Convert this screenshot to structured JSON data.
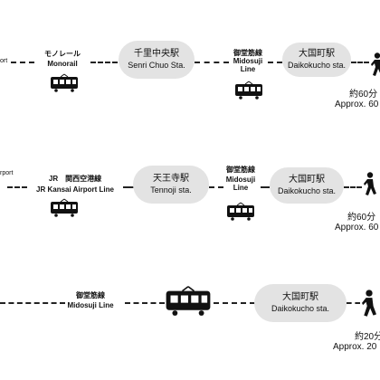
{
  "icons": [
    "train-icon",
    "walking-person-icon"
  ],
  "colors": {
    "station_fill": "#e3e3e3",
    "line": "#222222",
    "icon": "#111111"
  },
  "routes": [
    {
      "left_fragment": "ort",
      "line_jp": "モノレール",
      "line_en": "Monorail",
      "station": {
        "jp": "千里中央駅",
        "en": "Senri Chuo Sta."
      },
      "subway_jp": "御堂筋線",
      "subway_en": "Midosuji Line",
      "destination": {
        "jp": "大国町駅",
        "en": "Daikokucho sta."
      },
      "walk_jp": "約60分",
      "walk_en": "Approx. 60"
    },
    {
      "left_fragment": "rport",
      "line_jp": "JR　関西空港線",
      "line_en": "JR Kansai Airport Line",
      "station": {
        "jp": "天王寺駅",
        "en": "Tennoji sta."
      },
      "subway_jp": "御堂筋線",
      "subway_en": "Midosuji Line",
      "destination": {
        "jp": "大国町駅",
        "en": "Daikokucho sta."
      },
      "walk_jp": "約60分",
      "walk_en": "Approx. 60"
    },
    {
      "line_jp": "御堂筋線",
      "line_en": "Midosuji Line",
      "destination": {
        "jp": "大国町駅",
        "en": "Daikokucho sta."
      },
      "walk_jp": "約20分",
      "walk_en": "Approx. 20"
    }
  ]
}
